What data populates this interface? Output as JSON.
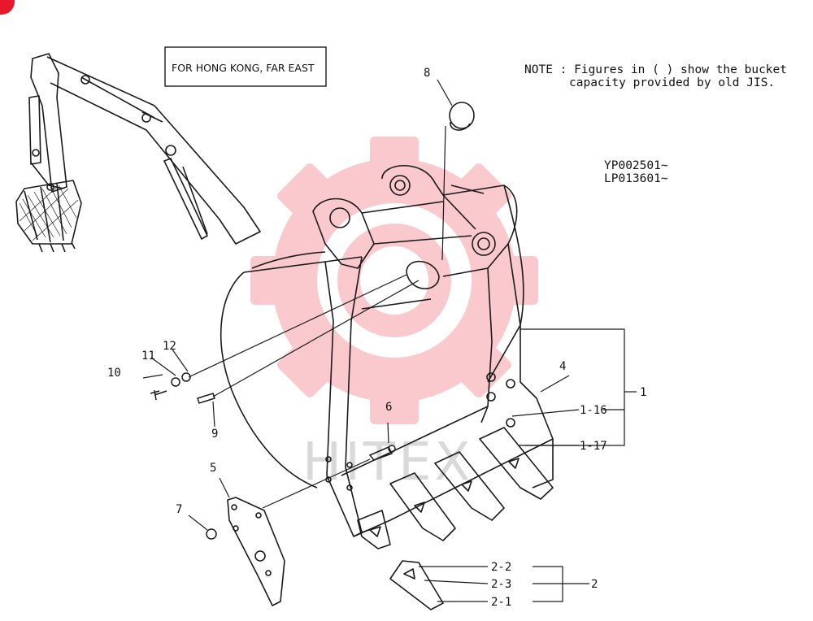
{
  "region_box": "FOR HONG KONG, FAR EAST",
  "note_line1": "NOTE : Figures in (   ) show the bucket",
  "note_line2": "capacity provided by old JIS.",
  "serial_1": "YP002501~",
  "serial_2": "LP013601~",
  "watermark_text": "HITEX",
  "callouts": {
    "c1": "1",
    "c1_16": "1-16",
    "c1_17": "1-17",
    "c2": "2",
    "c2_1": "2-1",
    "c2_2": "2-2",
    "c2_3": "2-3",
    "c4": "4",
    "c5": "5",
    "c6": "6",
    "c7": "7",
    "c8": "8",
    "c9": "9",
    "c10": "10",
    "c11": "11",
    "c12": "12"
  },
  "colors": {
    "line": "#1a1a1a",
    "watermark": "#f7b8bd",
    "corner_badge": "#e8182c"
  }
}
